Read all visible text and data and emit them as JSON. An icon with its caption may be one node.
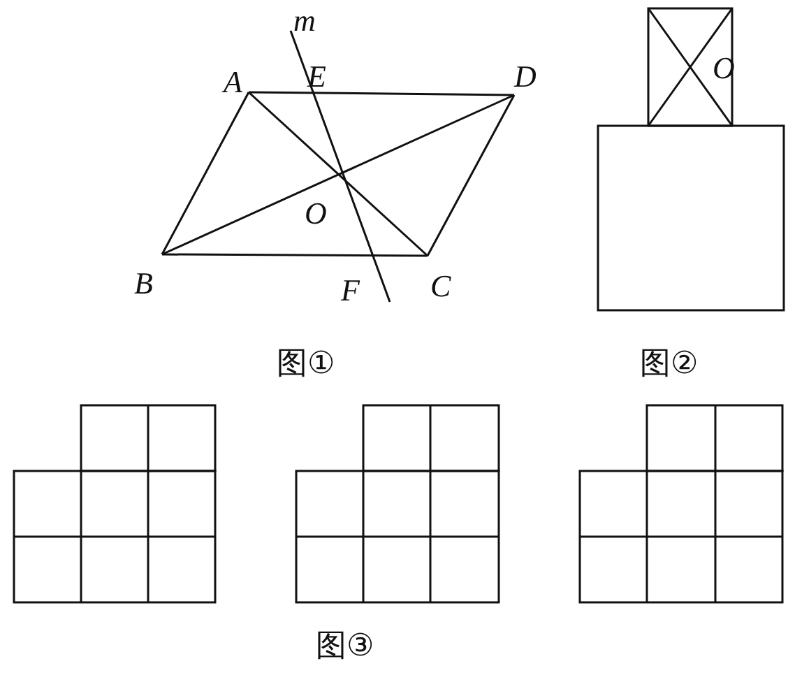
{
  "diagram": {
    "labels": [
      "m",
      "A",
      "E",
      "D",
      "O",
      "B",
      "F",
      "C",
      "O",
      "图①",
      "图②",
      "图③"
    ]
  }
}
